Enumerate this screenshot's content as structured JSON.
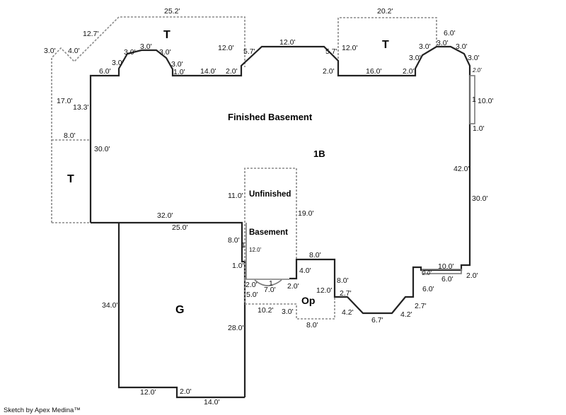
{
  "credit": "Sketch by Apex Medina™",
  "areas": {
    "finished_basement": "Finished Basement",
    "code_1b": "1B",
    "unfinished_line1": "Unfinished",
    "unfinished_line2": "Basement",
    "garage": "G",
    "terrace_top_left": "T",
    "terrace_top_right": "T",
    "terrace_left": "T",
    "open_porch": "Op"
  },
  "dimensions": {
    "tl_25_2": "25.2'",
    "tl_12_7": "12.7'",
    "tl_3_0": "3.0'",
    "tl_4_0": "4.0'",
    "tl_17_0": "17.0'",
    "tl_13_3": "13.3'",
    "tl_8_0": "8.0'",
    "bay1_6_0": "6.0'",
    "bay1_3_0a": "3.0'",
    "bay1_3_0b": "3.0'",
    "bay1_3_0c": "3.0'",
    "bay1_3_0d": "3.0'",
    "bay1_3_0e": "3.0'",
    "bay1_1_0": "1.0'",
    "top_14_0": "14.0'",
    "top_2_0a": "2.0'",
    "top_12_0_left": "12.0'",
    "top_5_7a": "5.7'",
    "top_12_0_mid": "12.0'",
    "top_5_7b": "5.7'",
    "top_12_0_right": "12.0'",
    "top_2_0b": "2.0'",
    "tr_20_2": "20.2'",
    "top_16_0": "16.0'",
    "top_2_0c": "2.0'",
    "bay2_3_0a": "3.0'",
    "bay2_3_0b": "3.0'",
    "bay2_3_0c": "3.0'",
    "bay2_6_0": "6.0'",
    "bay2_3_0d": "3.0'",
    "bay2_3_0e": "3.0'",
    "right_2_0_small": "2.0'",
    "right_1_a": "1",
    "right_10_0": "10.0'",
    "right_1_0": "1.0'",
    "right_42_0": "42.0'",
    "right_30_0": "30.0'",
    "left_30_0": "30.0'",
    "mid_32_0": "32.0'",
    "mid_25_0": "25.0'",
    "unf_11_0": "11.0'",
    "unf_19_0": "19.0'",
    "mid_8_0": "8.0'",
    "mid_1": "1",
    "mid_12_0": "12.0'",
    "mid_1_0": "1.0'",
    "door_2_0a": "2.0'",
    "door_1": "1",
    "door_7_0": "7.0'",
    "door_2_0b": "2.0'",
    "mid_5_0": "5.0'",
    "mid_10_2": "10.2'",
    "mid_3_0": "3.0'",
    "op_8_0_top": "8.0'",
    "op_4_0": "4.0'",
    "op_12_0": "12.0'",
    "op_8_0_right": "8.0'",
    "op_8_0_bottom": "8.0'",
    "bot_2_7a": "2.7'",
    "bot_4_2a": "4.2'",
    "bot_6_7": "6.7'",
    "bot_4_2b": "4.2'",
    "bot_2_7b": "2.7'",
    "bot_6_0": "6.0'",
    "bot_2_0_small": "2.0'",
    "bot_10_0": "10.0'",
    "bot_6_0b": "6.0'",
    "bot_2_0": "2.0'",
    "g_34_0": "34.0'",
    "g_28_0": "28.0'",
    "g_12_0": "12.0'",
    "g_2_0": "2.0'",
    "g_14_0": "14.0'"
  },
  "colors": {
    "wall": "#222222",
    "dashed": "#8a8a8a",
    "background": "#ffffff"
  }
}
